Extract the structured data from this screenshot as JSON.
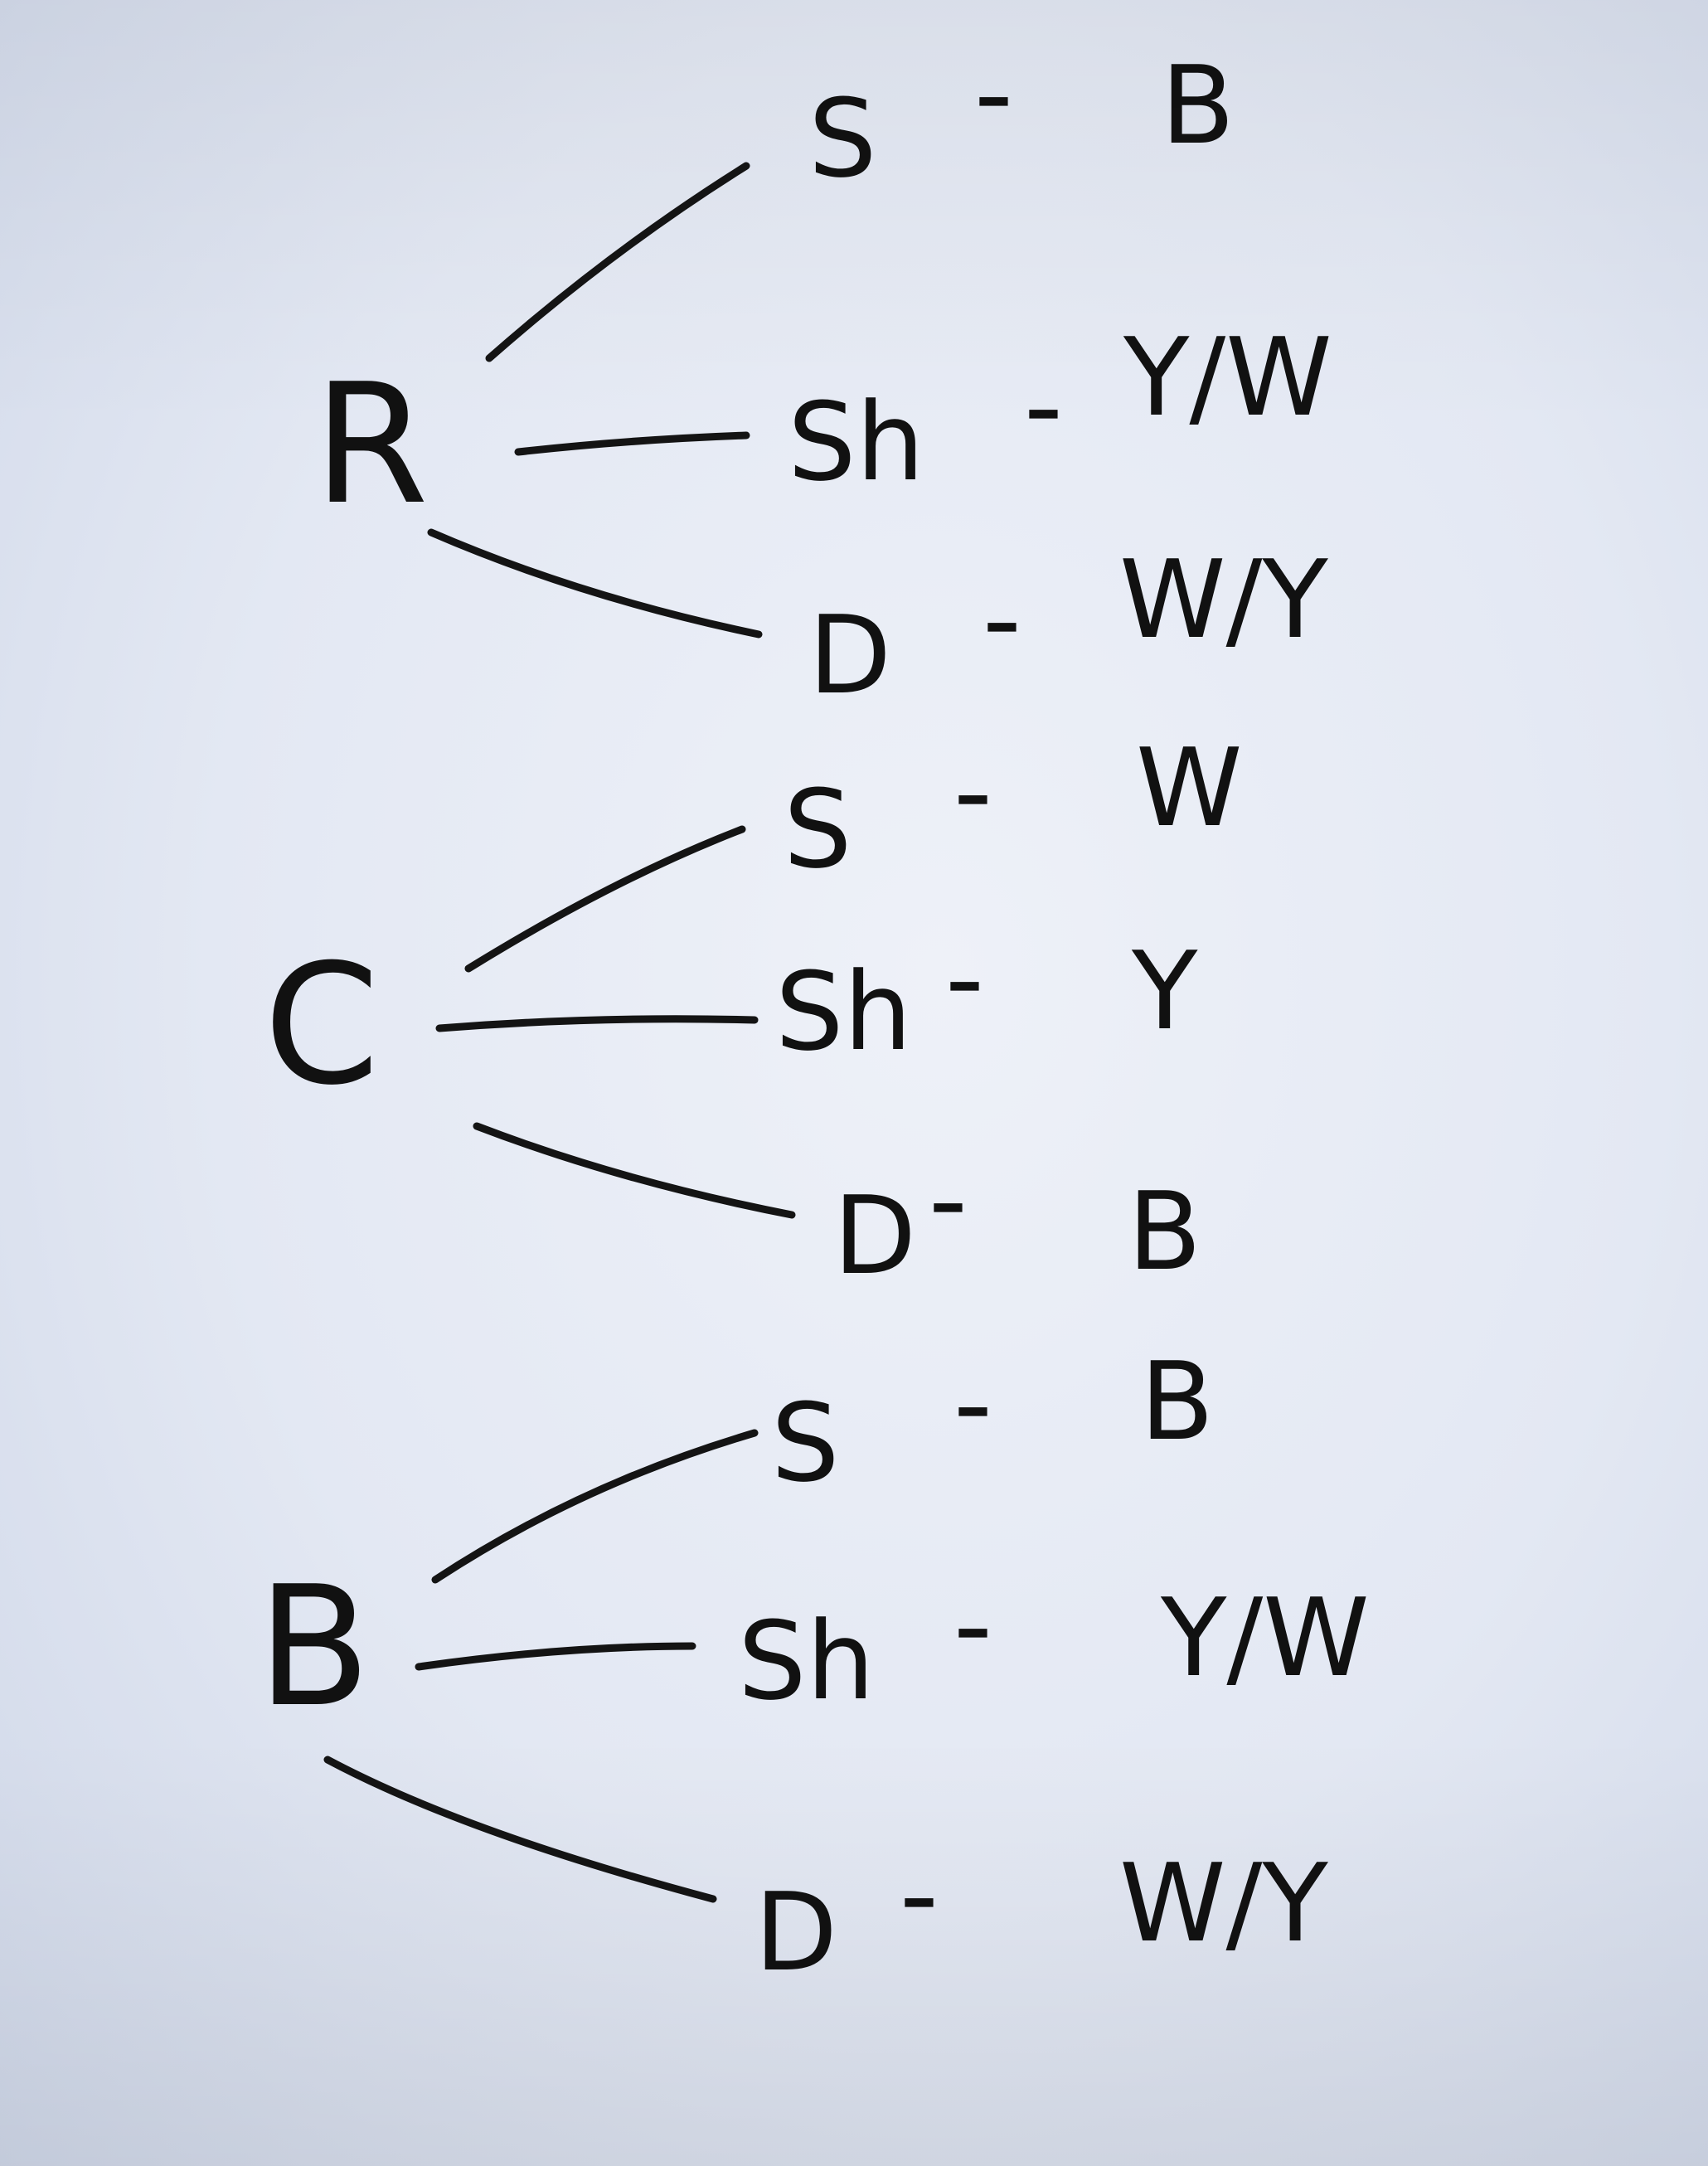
{
  "diagram": {
    "type": "tree",
    "groups": [
      {
        "root": "R",
        "branches": [
          {
            "node": "S",
            "sep": "-",
            "value": "B"
          },
          {
            "node": "Sh",
            "sep": "-",
            "value": "Y/W"
          },
          {
            "node": "D",
            "sep": "-",
            "value": "W/Y"
          }
        ]
      },
      {
        "root": "C",
        "branches": [
          {
            "node": "S",
            "sep": "-",
            "value": "W"
          },
          {
            "node": "Sh",
            "sep": "-",
            "value": "Y"
          },
          {
            "node": "D",
            "sep": "-",
            "value": "B"
          }
        ]
      },
      {
        "root": "B",
        "branches": [
          {
            "node": "S",
            "sep": "-",
            "value": "B"
          },
          {
            "node": "Sh",
            "sep": "-",
            "value": "Y/W"
          },
          {
            "node": "D",
            "sep": "-",
            "value": "W/Y"
          }
        ]
      }
    ],
    "ink_color": "#111111",
    "paper_color": "#e3e8f3"
  }
}
